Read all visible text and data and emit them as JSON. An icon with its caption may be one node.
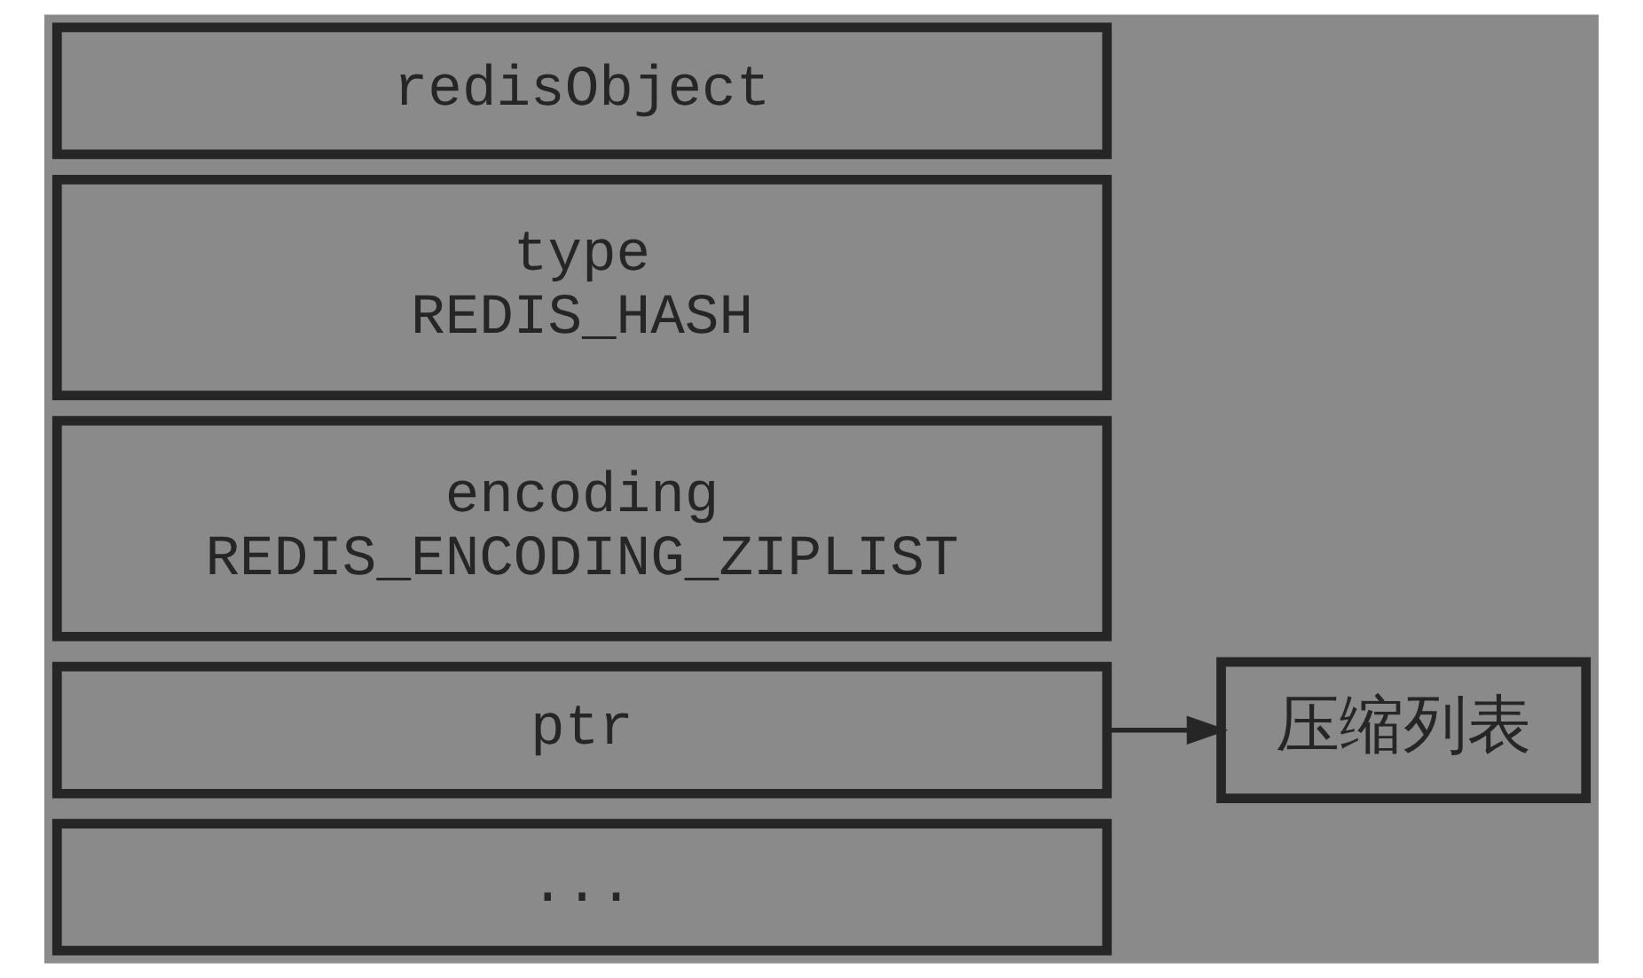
{
  "diagram": {
    "nodes": [
      {
        "text": [
          "redisObject"
        ]
      },
      {
        "text": [
          "type",
          "REDIS_HASH"
        ]
      },
      {
        "text": [
          "encoding",
          "REDIS_ENCODING_ZIPLIST"
        ]
      },
      {
        "text": [
          "ptr"
        ]
      },
      {
        "text": [
          "..."
        ]
      },
      {
        "text": [
          "压缩列表"
        ]
      }
    ],
    "edges": [
      {
        "from": 3,
        "to": 5,
        "arrow": "to"
      }
    ]
  }
}
